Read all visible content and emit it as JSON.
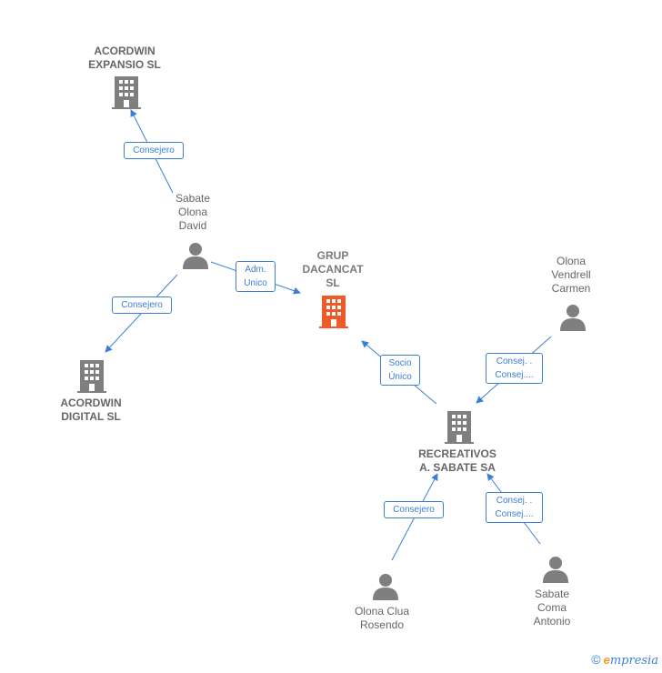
{
  "nodes": {
    "acordwin_expansio": {
      "label": "ACORDWIN\nEXPANSIO SL",
      "type": "company"
    },
    "sabate_olona": {
      "label": "Sabate\nOlona\nDavid",
      "type": "person"
    },
    "acordwin_digital": {
      "label": "ACORDWIN\nDIGITAL  SL",
      "type": "company"
    },
    "grup_dacancat": {
      "label": "GRUP\nDACANCAT\nSL",
      "type": "company-main"
    },
    "olona_vendrell": {
      "label": "Olona\nVendrell\nCarmen",
      "type": "person"
    },
    "recreativos": {
      "label": "RECREATIVOS\nA.  SABATE SA",
      "type": "company"
    },
    "olona_clua": {
      "label": "Olona Clua\nRosendo",
      "type": "person"
    },
    "sabate_coma": {
      "label": "Sabate\nComa\nAntonio",
      "type": "person"
    }
  },
  "edges": {
    "e1": {
      "label": "Consejero"
    },
    "e2": {
      "label": "Consejero"
    },
    "e3": {
      "label": "Adm.\nUnico"
    },
    "e4": {
      "label": "Socio\nÚnico"
    },
    "e5": {
      "label": "Consej. .\nConsej...."
    },
    "e6": {
      "label": "Consejero"
    },
    "e7": {
      "label": "Consej. .\nConsej...."
    }
  },
  "colors": {
    "edge": "#3b7fd4",
    "icon": "#7f7f7f",
    "main_icon": "#f05a28"
  },
  "footer": {
    "copyright": "©",
    "brand_initial": "e",
    "brand_rest": "mpresia"
  }
}
